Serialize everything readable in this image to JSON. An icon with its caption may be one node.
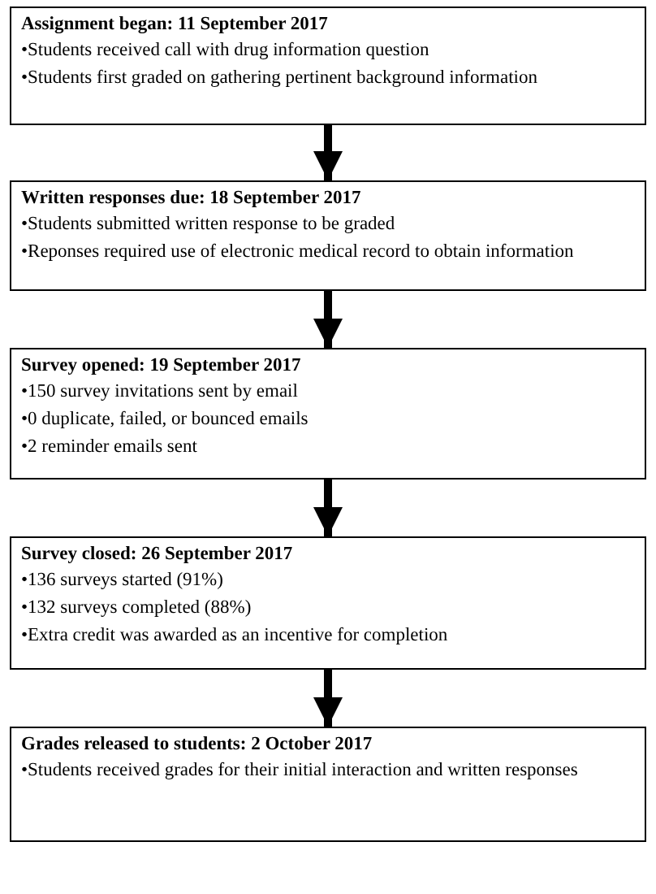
{
  "diagram": {
    "nodes": [
      {
        "text": [
          "Assignment began: 11 September 2017",
          "•Students received call with drug information question",
          "•Students first graded on gathering pertinent background information"
        ]
      },
      {
        "text": [
          "Written responses due: 18 September 2017",
          "•Students submitted written response to be graded",
          "•Reponses required use of electronic medical record to obtain information"
        ]
      },
      {
        "text": [
          "Survey opened: 19 September 2017",
          "•150 survey invitations sent by email",
          "•0 duplicate, failed, or bounced emails",
          "•2 reminder emails sent"
        ]
      },
      {
        "text": [
          "Survey closed: 26 September 2017",
          "•136 surveys started (91%)",
          "•132 surveys completed (88%)",
          "•Extra credit was awarded as an incentive for completion"
        ]
      },
      {
        "text": [
          "Grades released to students: 2 October 2017",
          "•Students received grades for their initial interaction and written responses"
        ]
      }
    ],
    "edges": [
      {
        "from": 0,
        "to": 1,
        "arrow": "to"
      },
      {
        "from": 1,
        "to": 2,
        "arrow": "to"
      },
      {
        "from": 2,
        "to": 3,
        "arrow": "to"
      },
      {
        "from": 3,
        "to": 4,
        "arrow": "to"
      }
    ]
  }
}
